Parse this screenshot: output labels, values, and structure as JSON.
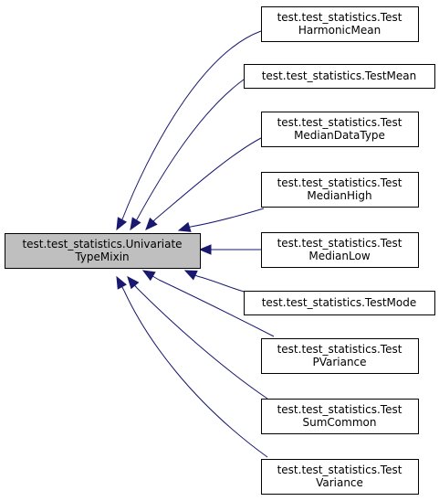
{
  "diagram": {
    "base_class": {
      "lines": [
        "test.test_statistics.Univariate",
        "TypeMixin"
      ],
      "fill": "#bfbfbf"
    },
    "derived_classes": [
      {
        "id": "harmonic-mean",
        "lines": [
          "test.test_statistics.Test",
          "HarmonicMean"
        ]
      },
      {
        "id": "mean",
        "lines": [
          "test.test_statistics.TestMean"
        ]
      },
      {
        "id": "median-data-type",
        "lines": [
          "test.test_statistics.Test",
          "MedianDataType"
        ]
      },
      {
        "id": "median-high",
        "lines": [
          "test.test_statistics.Test",
          "MedianHigh"
        ]
      },
      {
        "id": "median-low",
        "lines": [
          "test.test_statistics.Test",
          "MedianLow"
        ]
      },
      {
        "id": "mode",
        "lines": [
          "test.test_statistics.TestMode"
        ]
      },
      {
        "id": "pvariance",
        "lines": [
          "test.test_statistics.Test",
          "PVariance"
        ]
      },
      {
        "id": "sum-common",
        "lines": [
          "test.test_statistics.Test",
          "SumCommon"
        ]
      },
      {
        "id": "variance",
        "lines": [
          "test.test_statistics.Test",
          "Variance"
        ]
      }
    ],
    "edge_color": "#191970",
    "node_fill": "#ffffff"
  }
}
